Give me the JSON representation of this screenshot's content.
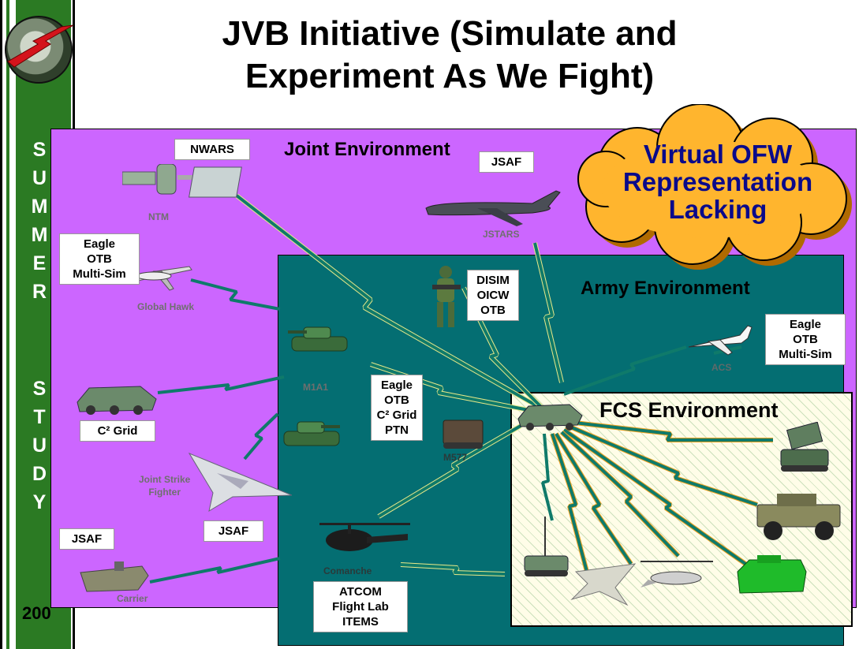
{
  "title": {
    "line1": "JVB Initiative (Simulate and",
    "line2": "Experiment As We Fight)"
  },
  "sidebar": {
    "letters": [
      "S",
      "U",
      "M",
      "M",
      "E",
      "R",
      "",
      "S",
      "T",
      "U",
      "D",
      "Y"
    ],
    "year": "200"
  },
  "environments": {
    "joint": "Joint Environment",
    "army": "Army Environment",
    "fcs": "FCS Environment"
  },
  "callout": {
    "line1": "Virtual OFW",
    "line2": "Representation",
    "line3": "Lacking"
  },
  "labels": {
    "nwars": "NWARS",
    "jsaf_jstars": "JSAF",
    "eagle_left": [
      "Eagle",
      "OTB",
      "Multi-Sim"
    ],
    "disim": [
      "DISIM",
      "OICW",
      "OTB"
    ],
    "eagle_right": [
      "Eagle",
      "OTB",
      "Multi-Sim"
    ],
    "eagle_mid": [
      "Eagle",
      "OTB",
      "C² Grid",
      "PTN"
    ],
    "c2grid": "C² Grid",
    "jsaf_fighter": "JSAF",
    "jsaf_carrier": "JSAF",
    "atcom": [
      "ATCOM",
      "Flight Lab",
      "ITEMS"
    ]
  },
  "captions": {
    "ntm": "NTM",
    "global_hawk": "Global Hawk",
    "jstars": "JSTARS",
    "acs": "ACS",
    "m1a1": "M1A1",
    "m577": "M577",
    "jsf": [
      "Joint Strike",
      "Fighter"
    ],
    "comanche": "Comanche",
    "carrier": "Carrier"
  },
  "colors": {
    "joint_bg": "#cc66ff",
    "army_bg": "#046e72",
    "fcs_bg": "#fffde8",
    "sidebar_stripe": "#2b7a23",
    "cloud_fill": "#ffb52e",
    "cloud_text": "#0a0a8a",
    "link_teal": "#0f7a6a",
    "link_yellow": "#f4f08c"
  }
}
